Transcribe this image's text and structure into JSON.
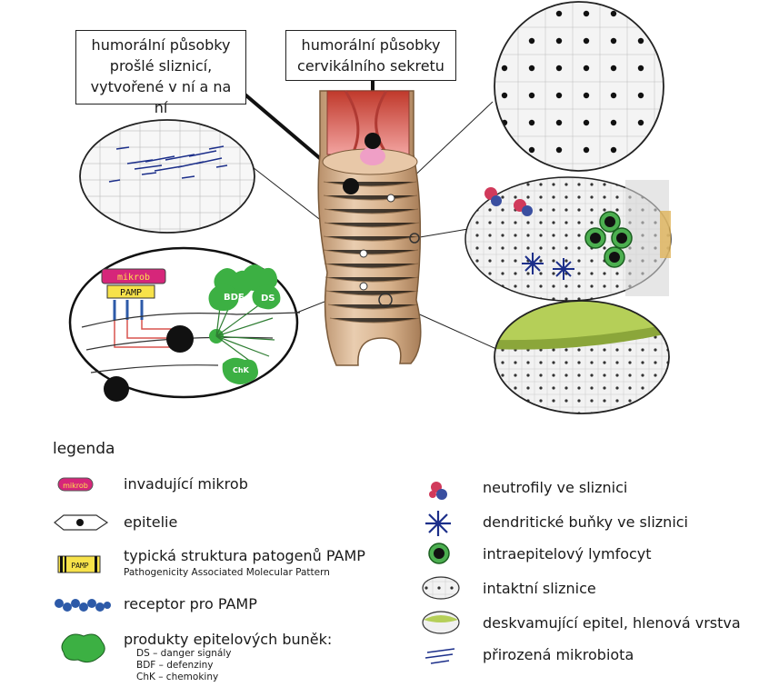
{
  "callouts": {
    "left": [
      "humorální působky",
      "prošlé sliznicí,",
      "vytvořené v ní a na ní"
    ],
    "right": [
      "humorální působky",
      "cervikálního sekretu"
    ]
  },
  "panel_labels": {
    "bdf": "BDF",
    "ds": "DS",
    "chk": "ChK",
    "pamp": "PAMP",
    "mikrob": "mikrob"
  },
  "legend": {
    "title": "legenda",
    "left": [
      {
        "icon": "invading-microbe-icon",
        "label": "invadující mikrob",
        "icon_text": "mikrob"
      },
      {
        "icon": "epithelium-icon",
        "label": "epitelie"
      },
      {
        "icon": "pamp-structure-icon",
        "label": "typická struktura patogenů PAMP",
        "sub": "Pathogenicity Associated Molecular Pattern",
        "icon_text": "PAMP"
      },
      {
        "icon": "pamp-receptor-icon",
        "label": "receptor pro PAMP"
      },
      {
        "icon": "epithelial-products-icon",
        "label": "produkty epitelových buněk:",
        "subs": [
          "DS – danger signály",
          "BDF – defenziny",
          "ChK – chemokiny"
        ]
      }
    ],
    "right": [
      {
        "icon": "neutrophil-icon",
        "label": "neutrofily ve sliznici"
      },
      {
        "icon": "dendritic-cell-icon",
        "label": "dendritické buňky ve sliznici"
      },
      {
        "icon": "lymphocyte-icon",
        "label": "intraepitelový lymfocyt"
      },
      {
        "icon": "intact-mucosa-icon",
        "label": "intaktní sliznice"
      },
      {
        "icon": "desquamating-epithelium-icon",
        "label": "deskvamující epitel, hlenová vrstva"
      },
      {
        "icon": "microbiota-icon",
        "label": "přirozená mikrobiota"
      }
    ]
  },
  "colors": {
    "canal_outer": "#c9a27a",
    "canal_inner": "#e5c6a6",
    "mucosa_red": "#d9534f",
    "mikrob_magenta": "#d6267a",
    "product_green": "#3cb043",
    "lymph_green": "#4caf50",
    "receptor_blue": "#2d5aa8",
    "desq_green": "#a8c94a"
  }
}
